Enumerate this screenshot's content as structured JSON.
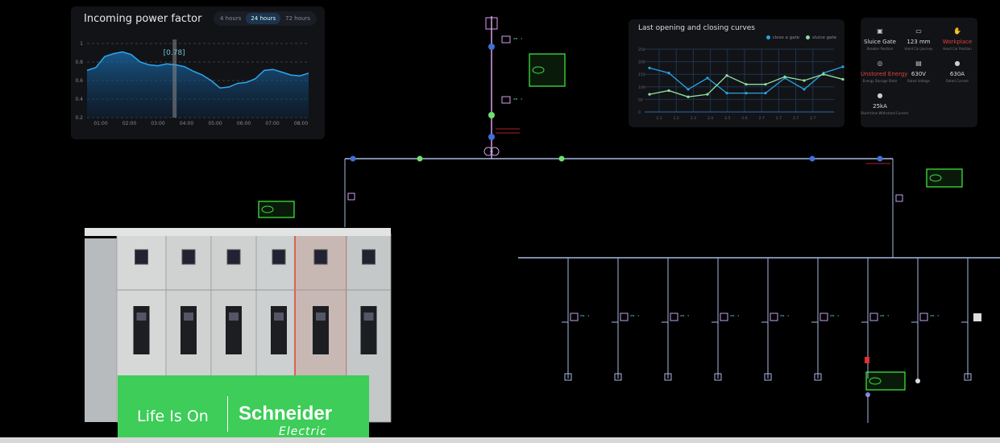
{
  "power_factor": {
    "title": "Incoming power factor",
    "tabs": [
      {
        "label": "4 hours",
        "active": false
      },
      {
        "label": "24 hours",
        "active": true
      },
      {
        "label": "72 hours",
        "active": false
      }
    ],
    "tooltip": "0.78",
    "chart_data": {
      "type": "area",
      "title": "Incoming power factor",
      "ylim": [
        0.2,
        1
      ],
      "yticks": [
        "0.2",
        "0.4",
        "0.6",
        "0.8",
        "1"
      ],
      "xticks": [
        "01:00",
        "02:00",
        "03:00",
        "04:00",
        "05:00",
        "06:00",
        "07:00",
        "08:00"
      ],
      "x": [
        0.6,
        0.9,
        1.2,
        1.5,
        1.8,
        2.1,
        2.4,
        2.7,
        3.0,
        3.3,
        3.6,
        3.9,
        4.2,
        4.5,
        4.8,
        5.1,
        5.4,
        5.7,
        6.0,
        6.3,
        6.6,
        6.9,
        7.2,
        7.5,
        7.8,
        8.1
      ],
      "values": [
        0.71,
        0.74,
        0.86,
        0.89,
        0.91,
        0.88,
        0.8,
        0.77,
        0.76,
        0.78,
        0.77,
        0.75,
        0.7,
        0.66,
        0.6,
        0.52,
        0.53,
        0.57,
        0.58,
        0.62,
        0.71,
        0.72,
        0.69,
        0.66,
        0.65,
        0.68
      ],
      "highlight_x": 3.55
    }
  },
  "curves": {
    "title": "Last opening and closing curves",
    "chart_data": {
      "type": "line",
      "ylim": [
        0,
        250
      ],
      "yticks": [
        "0",
        "50",
        "100",
        "150",
        "200",
        "250"
      ],
      "categories": [
        "2.1",
        "2.2",
        "2.3",
        "2.4",
        "2.5",
        "2.6",
        "2.7",
        "2.7",
        "2.7",
        "2.7"
      ],
      "series": [
        {
          "name": "close a gate",
          "color": "#2aa3e0",
          "values": [
            175,
            155,
            90,
            135,
            75,
            75,
            75,
            135,
            90,
            155,
            180
          ]
        },
        {
          "name": "sluice gate",
          "color": "#8fe0a0",
          "values": [
            70,
            85,
            60,
            70,
            145,
            110,
            110,
            140,
            125,
            150,
            130
          ]
        }
      ]
    }
  },
  "info": [
    {
      "icon": "breaker-icon",
      "glyph": "▣",
      "value": "Sluice Gate",
      "label": "Breaker Position",
      "alert": false
    },
    {
      "icon": "ruler-icon",
      "glyph": "▭",
      "value": "123 mm",
      "label": "Hand Car Journey",
      "alert": false
    },
    {
      "icon": "hand-icon",
      "glyph": "✋",
      "value": "Workplace",
      "label": "Hand Car Position",
      "alert": true
    },
    {
      "icon": "energy-icon",
      "glyph": "◎",
      "value": "Unstored Energy",
      "label": "Energy Storage State",
      "alert": true
    },
    {
      "icon": "voltage-icon",
      "glyph": "▤",
      "value": "630V",
      "label": "Rated Voltage",
      "alert": false
    },
    {
      "icon": "current-icon",
      "glyph": "●",
      "value": "630A",
      "label": "Rated Current",
      "alert": false
    },
    {
      "icon": "withstand-icon",
      "glyph": "●",
      "value": "25kA",
      "label": "Short-time Withstand Current",
      "alert": false
    }
  ],
  "logo": {
    "tagline": "Life Is On",
    "brand": "Schneider",
    "sub": "Electric"
  }
}
